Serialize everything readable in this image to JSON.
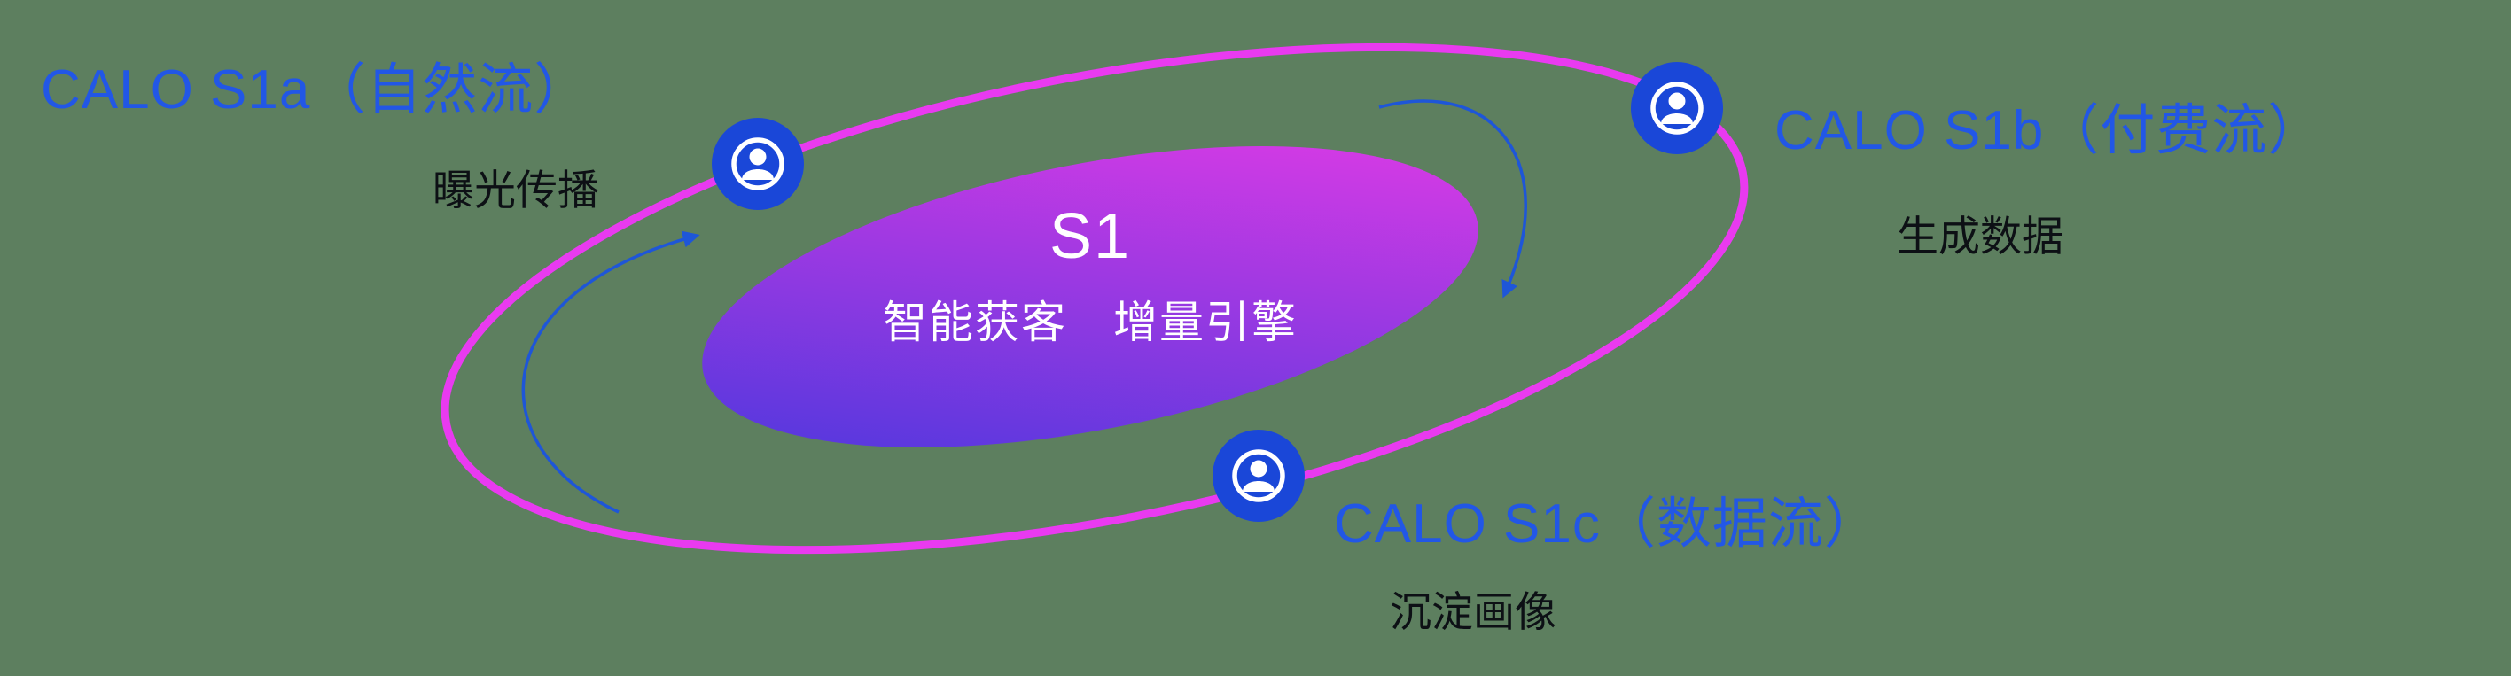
{
  "colors": {
    "background": "#5d7f5f",
    "orbit_ring": "#e93af0",
    "core_gradient_start": "#4338dd",
    "core_gradient_end": "#e93ae6",
    "label_blue": "#2257e6",
    "subtitle_dark": "#0d1015",
    "node_blue": "#1a47d8",
    "arrow_blue": "#1e56d8",
    "center_text": "#ffffff"
  },
  "center": {
    "title": "S1",
    "subtitle": "智能获客　增量引擎"
  },
  "nodes": [
    {
      "id": "s1a",
      "label": "CALO S1a（自然流）",
      "subtitle": "曝光传播",
      "icon": "user-circle-icon"
    },
    {
      "id": "s1b",
      "label": "CALO S1b（付费流）",
      "subtitle": "生成数据",
      "icon": "user-circle-icon"
    },
    {
      "id": "s1c",
      "label": "CALO S1c（数据流）",
      "subtitle": "沉淀画像",
      "icon": "user-circle-icon"
    }
  ]
}
